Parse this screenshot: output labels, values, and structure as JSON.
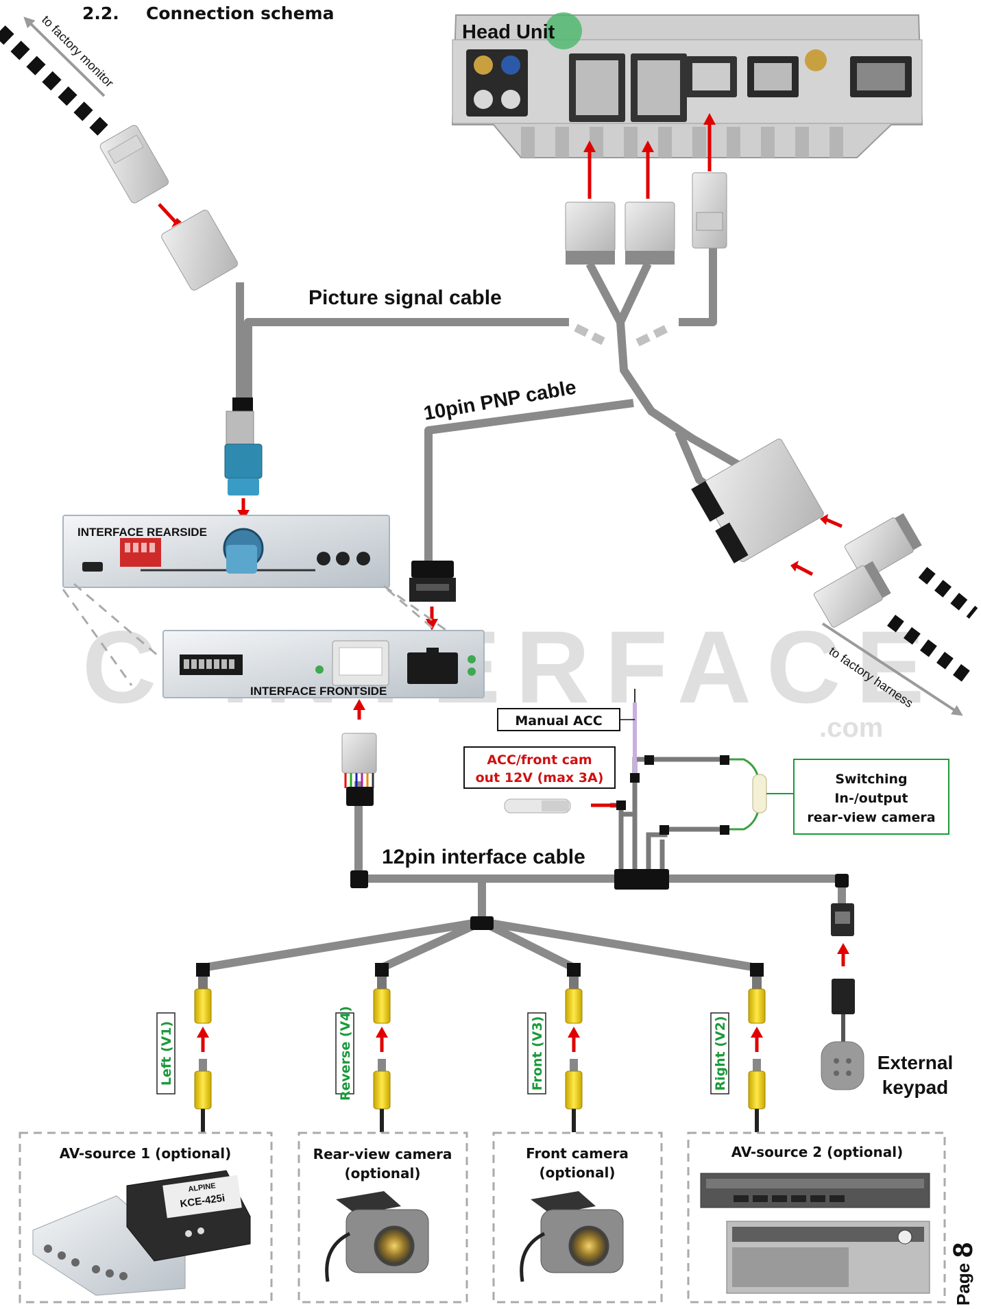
{
  "header": {
    "section_number": "2.2.",
    "section_title": "Connection schema"
  },
  "head_unit": {
    "label": "Head Unit"
  },
  "arrows": {
    "to_monitor": "to factory monitor",
    "to_harness": "to factory harness"
  },
  "cables": {
    "picture": "Picture signal cable",
    "pnp": "10pin PNP cable",
    "interface": "12pin interface cable"
  },
  "interface": {
    "rear": "INTERFACE  REARSIDE",
    "front": "INTERFACE  FRONTSIDE"
  },
  "watermark": {
    "text": "C-INTERFACE",
    "suffix": ".com"
  },
  "labels": {
    "manual_acc": "Manual ACC",
    "acc_line1": "ACC/front cam",
    "acc_line2": "out  12V (max 3A)",
    "switch_line1": "Switching",
    "switch_line2": "In-/output",
    "switch_line3": "rear-view camera"
  },
  "inputs": [
    {
      "label": "Left (V1)"
    },
    {
      "label": "Reverse (V4)"
    },
    {
      "label": "Front  (V3)"
    },
    {
      "label": "Right  (V2)"
    }
  ],
  "keypad": {
    "line1": "External",
    "line2": "keypad"
  },
  "sources": [
    {
      "title": "AV-source 1 (optional)",
      "subtitle": ""
    },
    {
      "title": "Rear-view camera",
      "subtitle": "(optional)"
    },
    {
      "title": "Front camera",
      "subtitle": "(optional)"
    },
    {
      "title": "AV-source 2 (optional)",
      "subtitle": ""
    }
  ],
  "device_labels": {
    "kce": "KCE-425i",
    "brand": "ALPINE"
  },
  "page": {
    "label": "Page",
    "number": "8"
  },
  "colors": {
    "cable": "#8a8a8a",
    "arrow": "#e00000",
    "green": "#1a9a3a",
    "blue_text": "#1f6fc0",
    "red_text": "#d01010"
  }
}
